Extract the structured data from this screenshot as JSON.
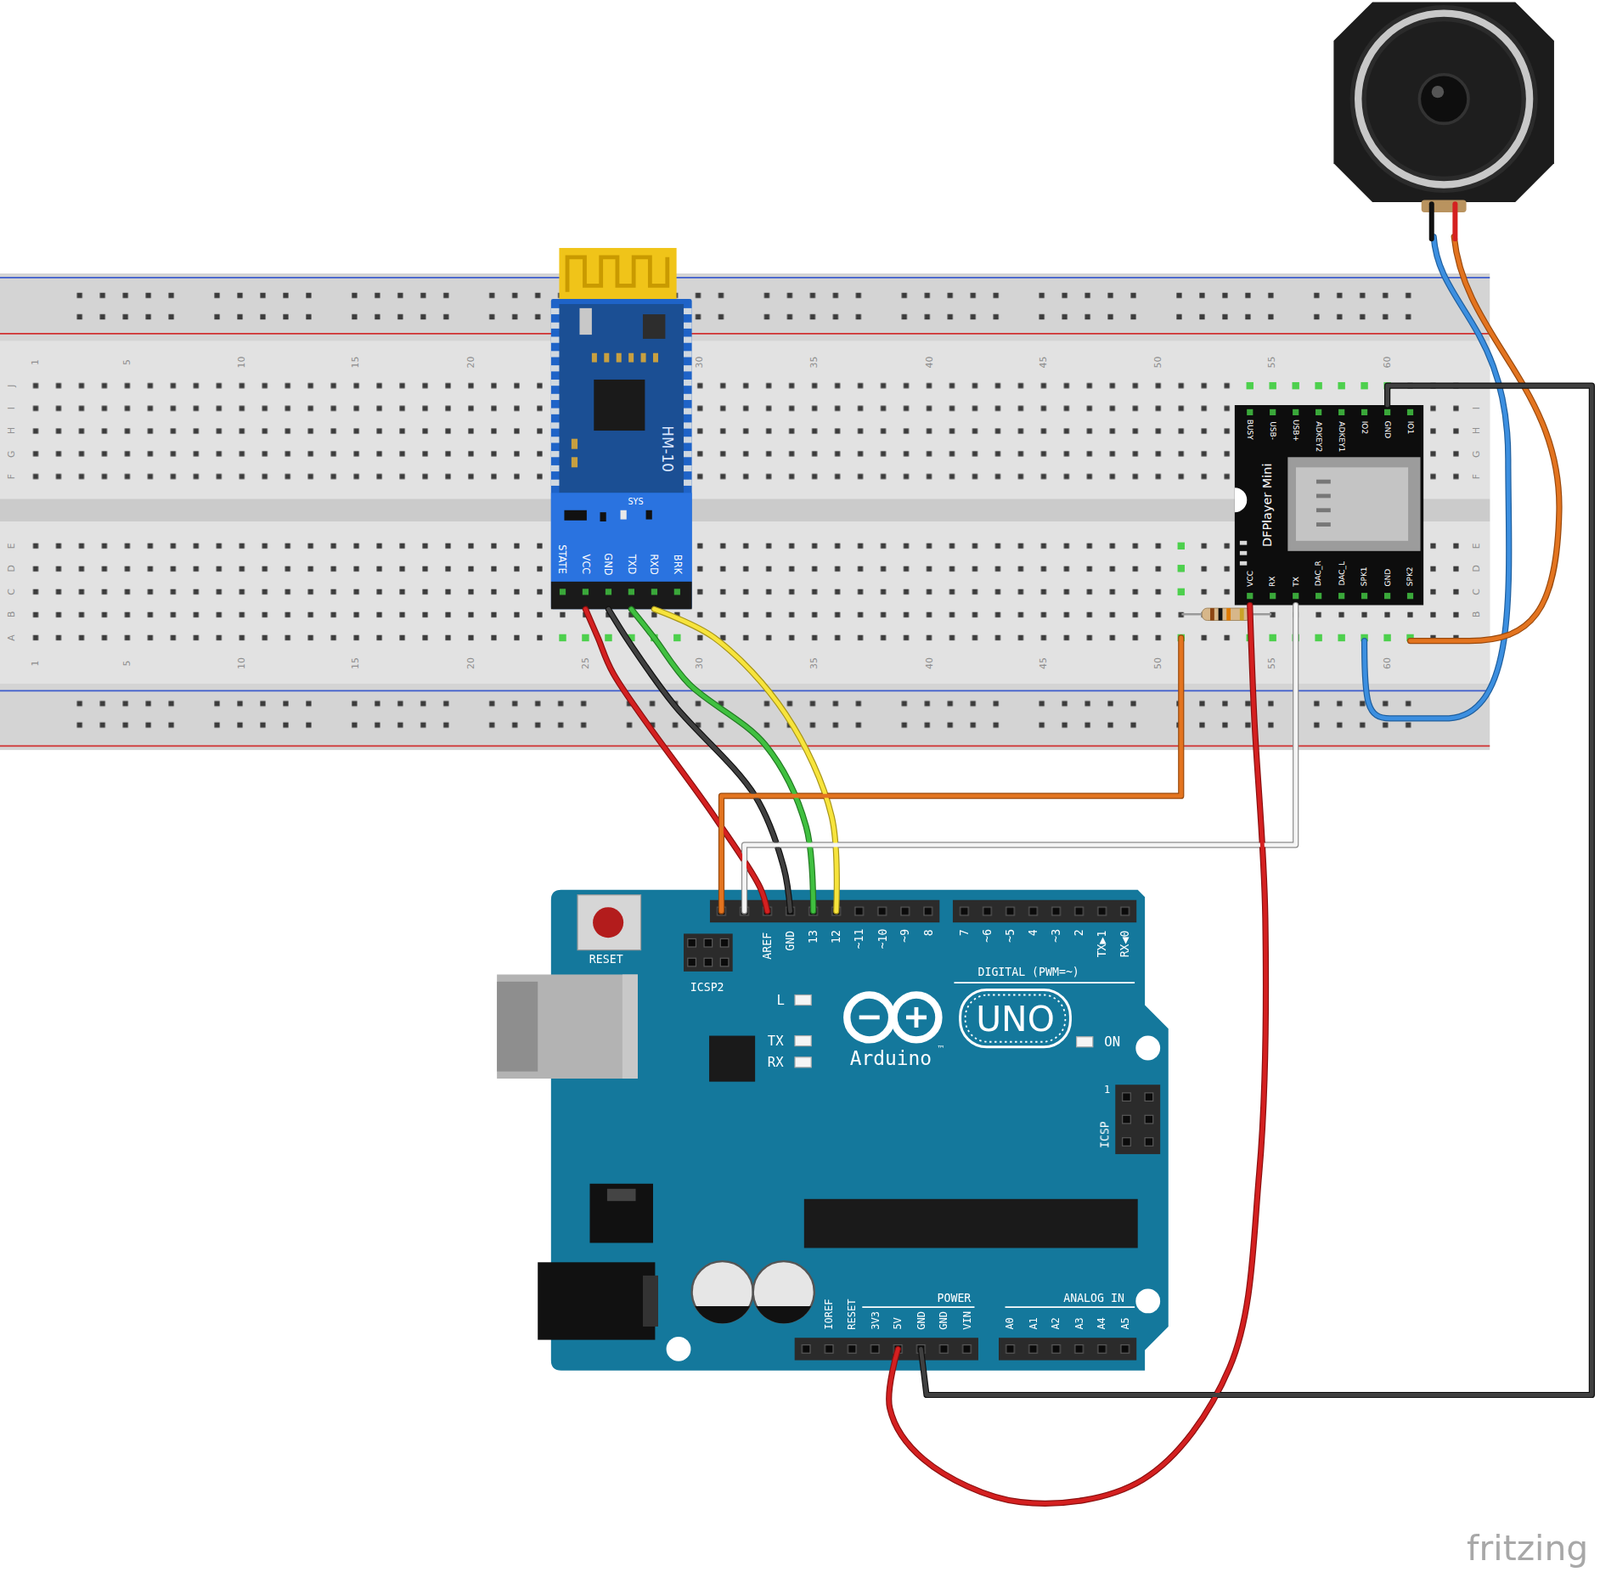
{
  "diagram": {
    "nodes": [
      {
        "text": [
          "1",
          "5",
          "10",
          "15",
          "20",
          "30",
          "35",
          "40",
          "45",
          "50",
          "55",
          "60",
          "1",
          "5",
          "10",
          "15",
          "20",
          "25",
          "30",
          "35",
          "40",
          "45",
          "50",
          "55",
          "60",
          "J",
          "I",
          "H",
          "G",
          "F",
          "E",
          "D",
          "C",
          "B",
          "A",
          "I",
          "H",
          "G",
          "F",
          "E",
          "D",
          "C",
          "B"
        ]
      },
      {
        "text": [
          "HM-10",
          "SYS",
          "STATE",
          "VCC",
          "GND",
          "TXD",
          "RXD",
          "BRK"
        ],
        "in": 0
      },
      {
        "text": [
          "DFPlayer Mini",
          "BUSY",
          "USB-",
          "USB+",
          "ADKEY2",
          "ADKEY1",
          "IO2",
          "GND",
          "IO1",
          "VCC",
          "RX",
          "TX",
          "DAC_R",
          "DAC_L",
          "SPK1",
          "GND",
          "SPK2"
        ],
        "in": 0
      },
      {
        "text": [
          "RESET",
          "ICSP2",
          "AREF",
          "GND",
          "13",
          "12",
          "~11",
          "~10",
          "~9",
          "8",
          "7",
          "~6",
          "~5",
          "4",
          "~3",
          "2",
          "TX▶1",
          "RX◀0",
          "DIGITAL (PWM=~)",
          "L",
          "TX",
          "RX",
          "UNO",
          "Arduino",
          "™",
          "ON",
          "1",
          "ICSP",
          "IOREF",
          "RESET",
          "3V3",
          "5V",
          "GND",
          "GND",
          "VIN",
          "POWER",
          "ANALOG IN",
          "A0",
          "A1",
          "A2",
          "A3",
          "A4",
          "A5"
        ]
      }
    ],
    "edges": [
      {
        "from": 1,
        "to": 3,
        "arrow": "none"
      },
      {
        "from": 1,
        "to": 3,
        "arrow": "none"
      },
      {
        "from": 1,
        "to": 3,
        "arrow": "none"
      },
      {
        "from": 1,
        "to": 3,
        "arrow": "none"
      },
      {
        "from": 2,
        "to": 3,
        "arrow": "none"
      },
      {
        "from": 2,
        "to": 3,
        "arrow": "none"
      },
      {
        "from": 2,
        "to": 3,
        "arrow": "none"
      },
      {
        "from": 2,
        "to": 3,
        "arrow": "none"
      }
    ],
    "labels": [
      "fritzing"
    ]
  }
}
